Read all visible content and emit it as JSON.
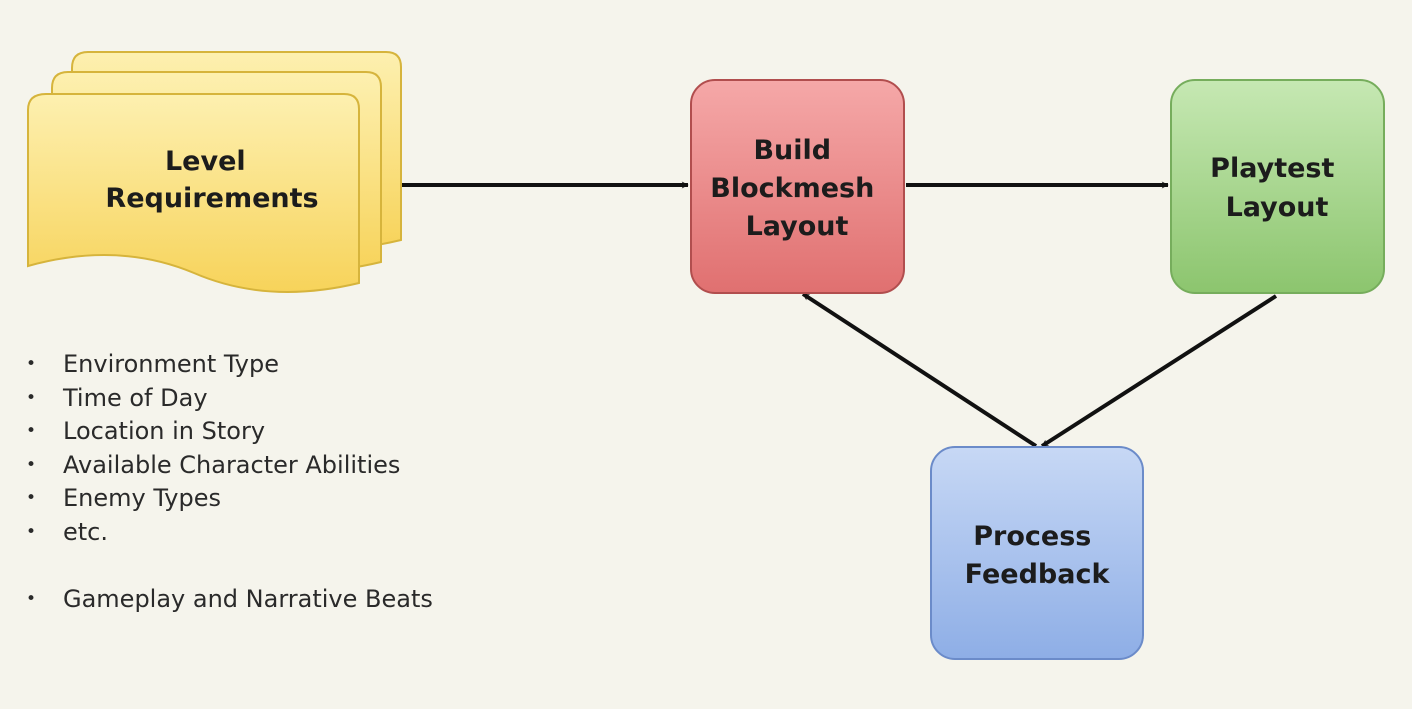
{
  "nodes": {
    "requirements": {
      "lines": [
        "Level",
        "Requirements"
      ],
      "fill": "#fbe286",
      "stroke": "#d6b43c"
    },
    "build": {
      "lines": [
        "Build",
        "Blockmesh",
        "Layout"
      ],
      "fill": "#eb8c8c",
      "stroke": "#b14e4e"
    },
    "playtest": {
      "lines": [
        "Playtest",
        "Layout"
      ],
      "fill": "#a6d68c",
      "stroke": "#76ad5c"
    },
    "feedback": {
      "lines": [
        "Process",
        "Feedback"
      ],
      "fill": "#a9c3ee",
      "stroke": "#6b8bc9"
    }
  },
  "edges": [
    {
      "from": "requirements",
      "to": "build"
    },
    {
      "from": "build",
      "to": "playtest"
    },
    {
      "from": "playtest",
      "to": "feedback"
    },
    {
      "from": "feedback",
      "to": "build"
    }
  ],
  "requirement_list": {
    "items": [
      "Environment Type",
      "Time of Day",
      "Location in Story",
      "Available Character Abilities",
      "Enemy Types",
      "etc."
    ],
    "extra_item": "Gameplay and Narrative Beats"
  },
  "colors": {
    "background": "#f5f4ec",
    "arrow": "#111111"
  }
}
